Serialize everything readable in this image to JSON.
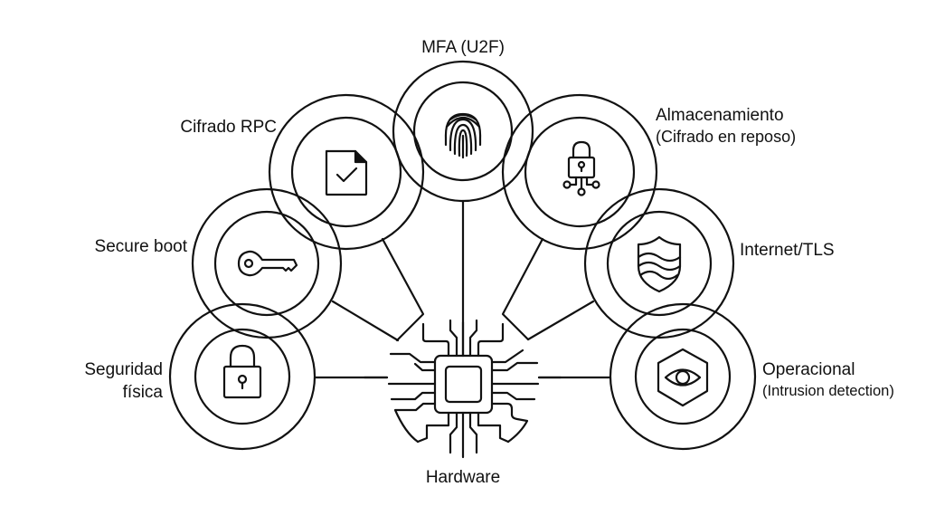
{
  "diagram": {
    "center": {
      "label": "Hardware",
      "icon": "chip-icon"
    },
    "layers": [
      {
        "id": "seguridad-fisica",
        "label_lines": [
          "Seguridad",
          "física"
        ],
        "icon": "padlock-icon"
      },
      {
        "id": "secure-boot",
        "label_lines": [
          "Secure boot"
        ],
        "icon": "key-icon"
      },
      {
        "id": "cifrado-rpc",
        "label_lines": [
          "Cifrado RPC"
        ],
        "icon": "document-check-icon"
      },
      {
        "id": "mfa",
        "label_lines": [
          "MFA (U2F)"
        ],
        "icon": "fingerprint-icon"
      },
      {
        "id": "almacenamiento",
        "label_lines": [
          "Almacenamiento",
          "(Cifrado en reposo)"
        ],
        "icon": "network-lock-icon"
      },
      {
        "id": "internet-tls",
        "label_lines": [
          "Internet/TLS"
        ],
        "icon": "shield-waves-icon"
      },
      {
        "id": "operacional",
        "label_lines": [
          "Operacional",
          "(Intrusion detection)"
        ],
        "icon": "hexagon-eye-icon"
      }
    ],
    "colors": {
      "stroke": "#111111",
      "background": "#ffffff"
    }
  }
}
